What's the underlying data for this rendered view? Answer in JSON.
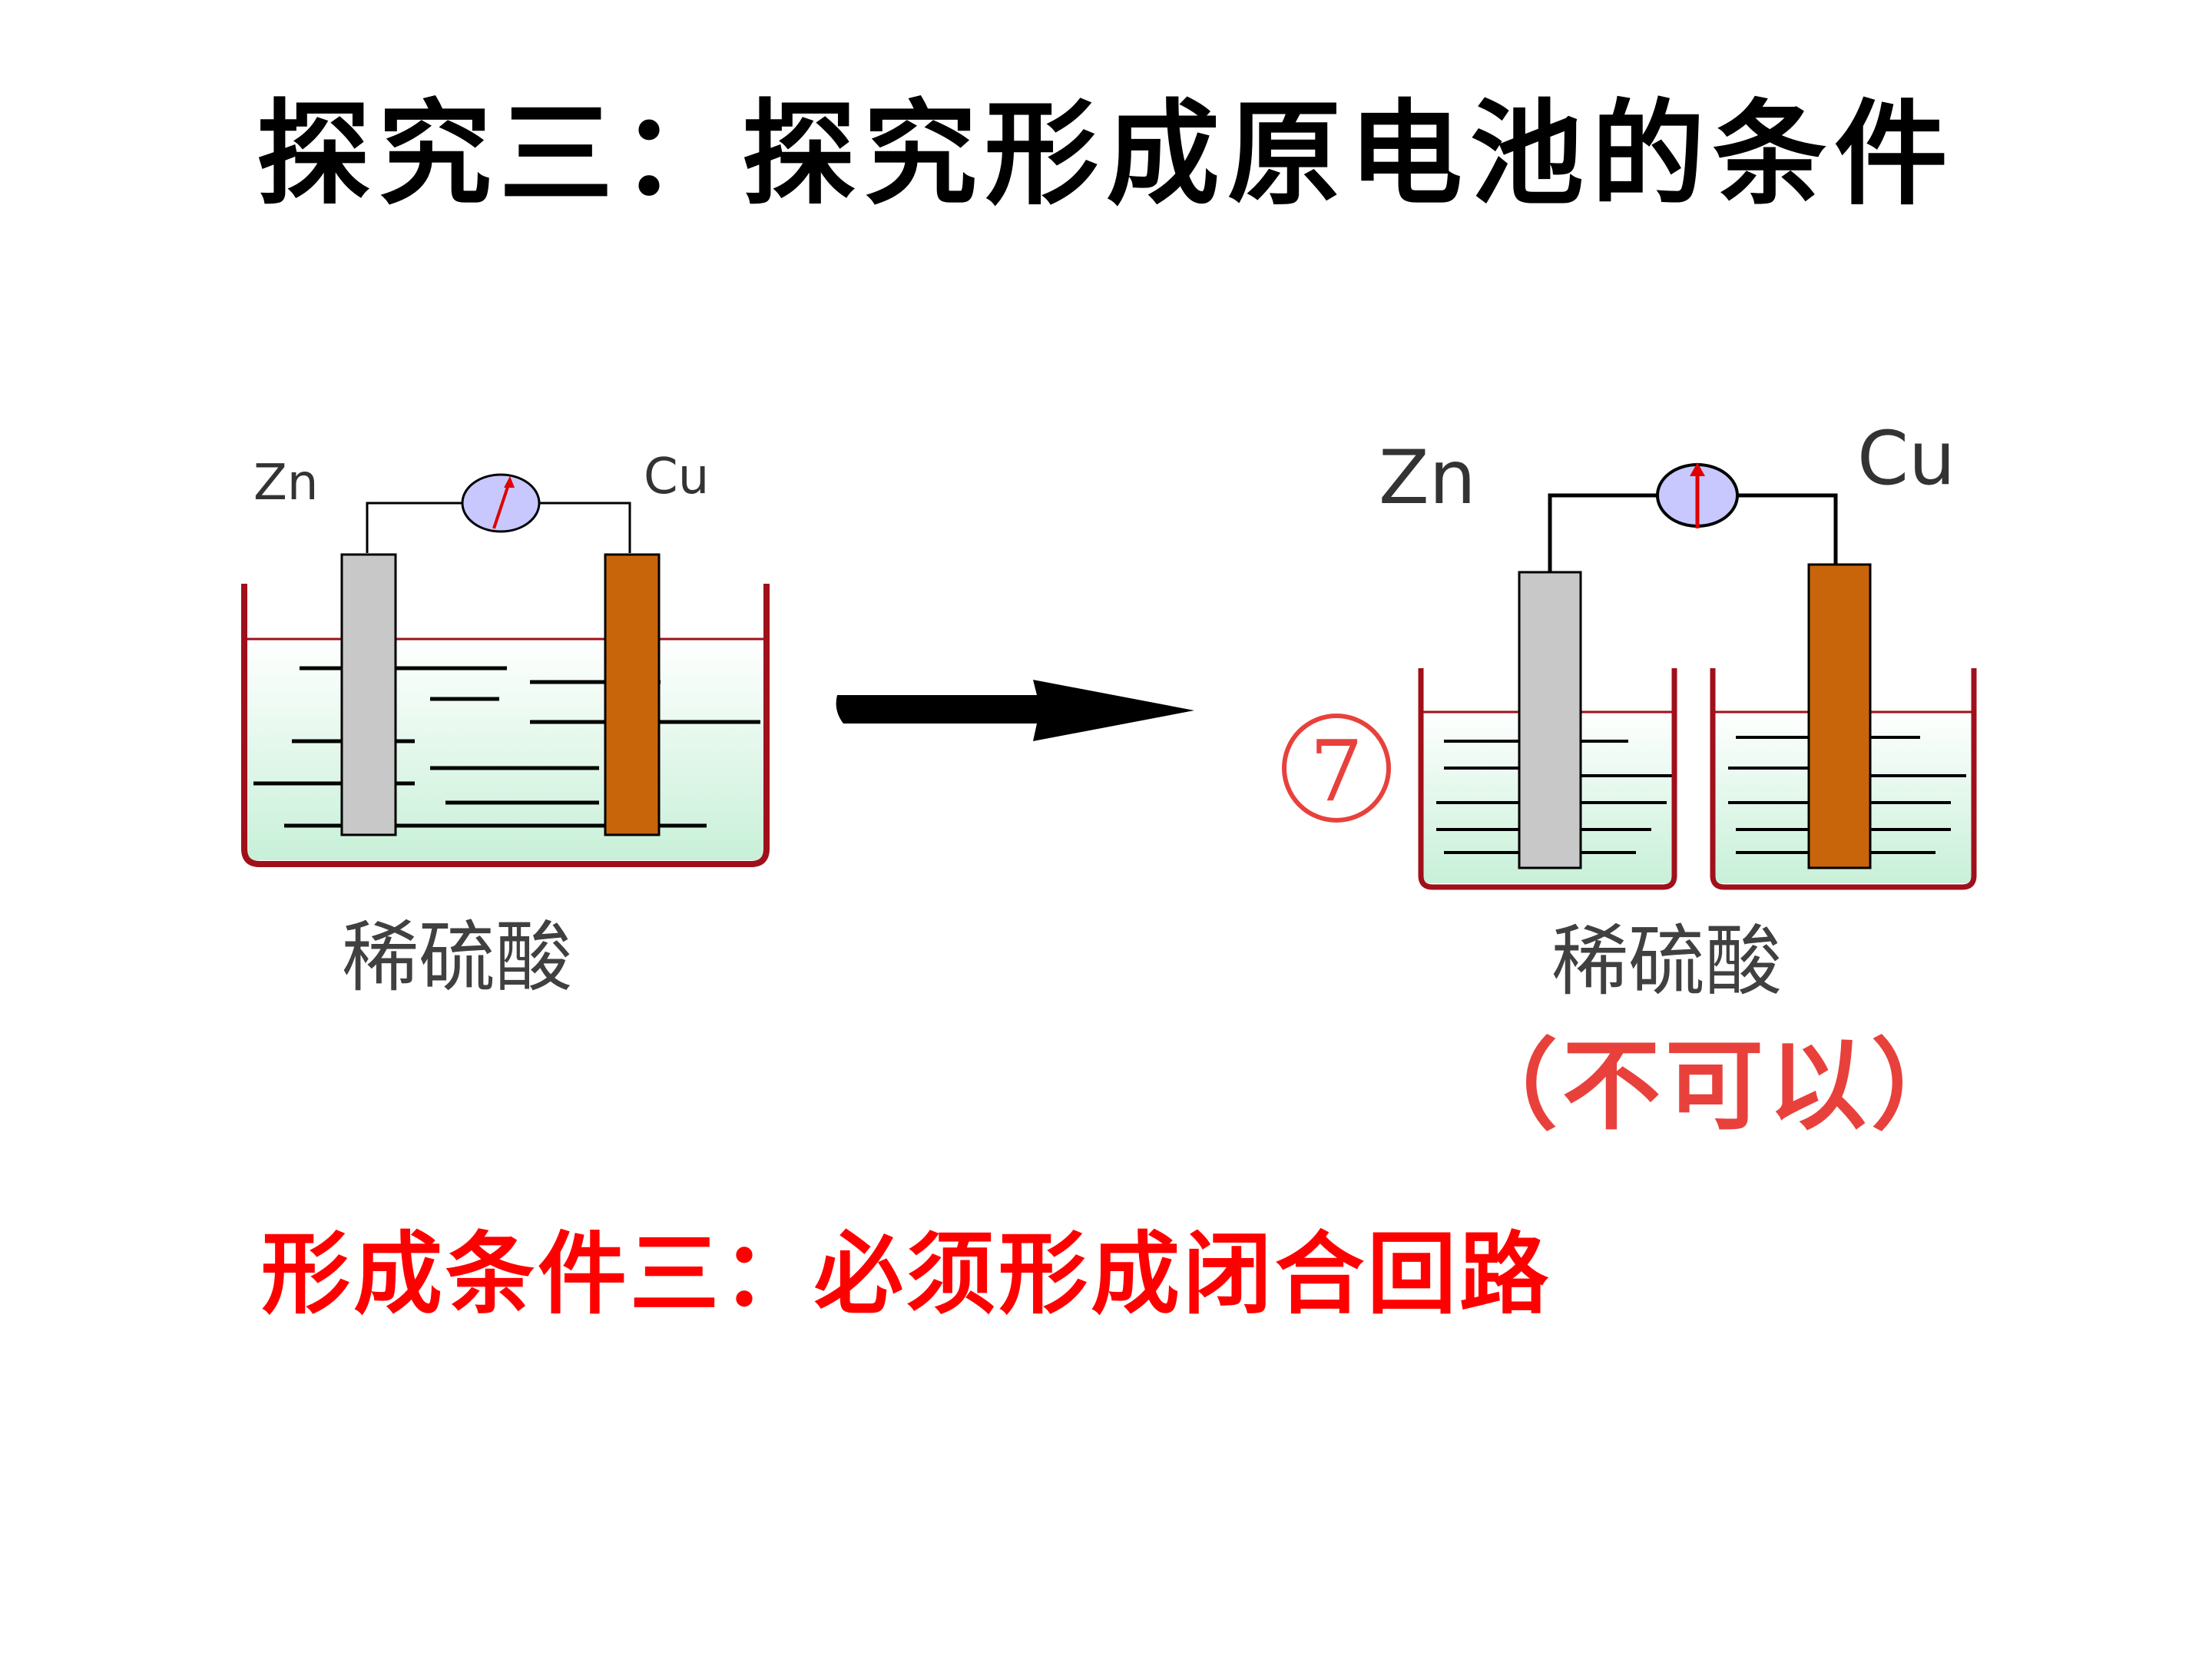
{
  "title": "探究三：探究形成原电池的条件",
  "left_cell": {
    "anode_label": "Zn",
    "cathode_label": "Cu",
    "solution_label": "稀硫酸"
  },
  "right_cell": {
    "experiment_marker": "⑦",
    "anode_label": "Zn",
    "cathode_label": "Cu",
    "solution_label": "稀硫酸",
    "result": "（不可以）"
  },
  "conclusion": "形成条件三：必须形成闭合回路",
  "colors": {
    "zinc": "#c8c8c8",
    "copper": "#c8650a",
    "beaker": "#a0101a",
    "solution_top": "#ffffff",
    "solution_bottom": "#c8f0d8",
    "meter": "#c8c8ff",
    "conclusion": "#ff0000",
    "result": "#e8413c"
  },
  "icons": [
    "galvanometer-icon",
    "right-arrow-icon"
  ]
}
